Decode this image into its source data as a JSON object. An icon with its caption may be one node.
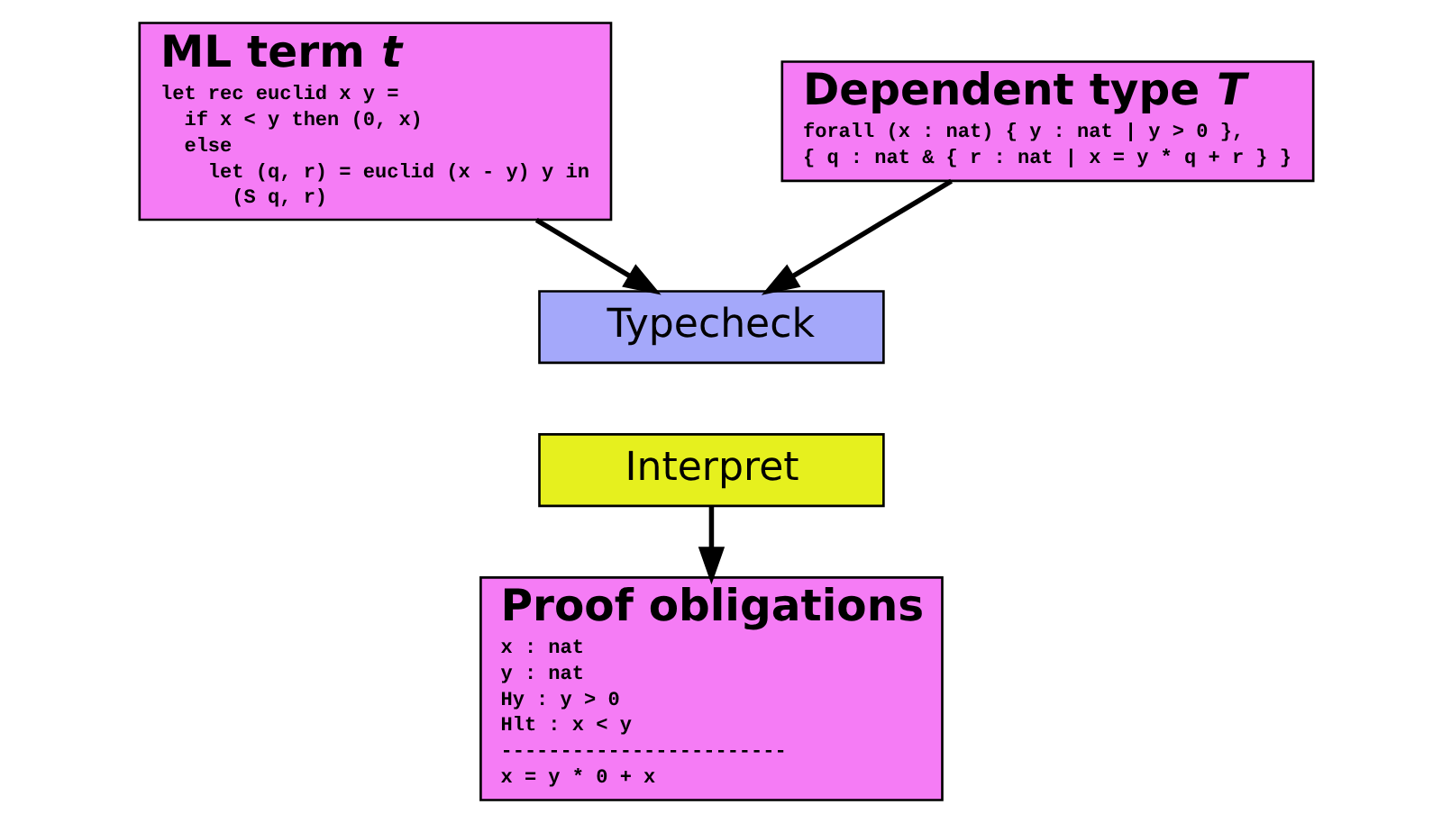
{
  "diagram": {
    "nodes": [
      {
        "text": [
          "ML term *t*",
          "let rec euclid x y =",
          "  if x < y then (0, x)",
          "  else",
          "    let (q, r) = euclid (x - y) y in",
          "      (S q, r)"
        ]
      },
      {
        "text": [
          "Dependent type *T*",
          "forall (x : nat) { y : nat | y > 0 },",
          "{ q : nat & { r : nat | x = y * q + r } }"
        ]
      },
      {
        "text": [
          "Typecheck"
        ]
      },
      {
        "text": [
          "Interpret"
        ]
      },
      {
        "text": [
          "Proof obligations",
          "x : nat",
          "y : nat",
          "Hy : y > 0",
          "Hlt : x < y",
          "------------------------",
          "x = y * 0 + x"
        ]
      }
    ],
    "edges": [
      {
        "from": 0,
        "to": 2,
        "arrow": "to"
      },
      {
        "from": 1,
        "to": 2,
        "arrow": "to"
      },
      {
        "from": 3,
        "to": 4,
        "arrow": "to"
      }
    ]
  }
}
